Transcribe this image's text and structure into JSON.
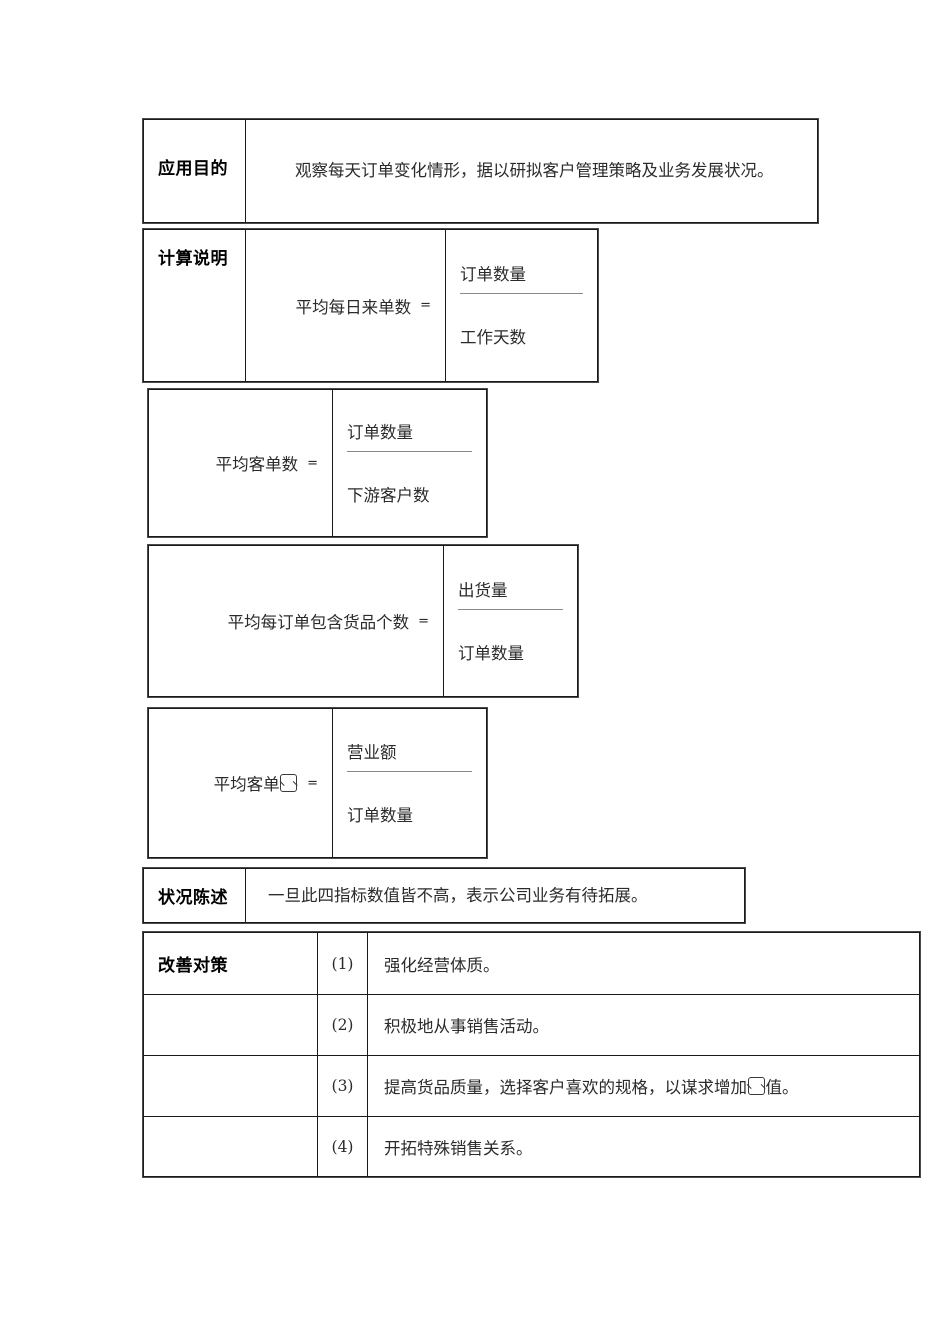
{
  "document": {
    "sections": [
      {
        "id": "purpose",
        "label": "应用目的",
        "text": "观察每天订单变化情形，据以研拟客户管理策略及业务发展状况。"
      },
      {
        "id": "calculation",
        "label": "计算说明"
      },
      {
        "id": "status",
        "label": "状况陈述",
        "text": "一旦此四指标数值皆不高，表示公司业务有待拓展。"
      },
      {
        "id": "improvement",
        "label": "改善对策"
      }
    ],
    "formulas": [
      {
        "name": "平均每日来单数",
        "equals": "=",
        "numerator": "订单数量",
        "denominator": "工作天数"
      },
      {
        "name": "平均客单数",
        "equals": "=",
        "numerator": "订单数量",
        "denominator": "下游客户数"
      },
      {
        "name": "平均每订单包含货品个数",
        "equals": "=",
        "numerator": "出货量",
        "denominator": "订单数量"
      },
      {
        "name_prefix": "平均客单",
        "name_glyph": "missing-glyph-box",
        "equals": "=",
        "numerator": "营业额",
        "denominator": "订单数量"
      }
    ],
    "improvement_items": [
      {
        "number": "(1)",
        "text": "强化经营体质。"
      },
      {
        "number": "(2)",
        "text": "积极地从事销售活动。"
      },
      {
        "number": "(3)",
        "text_before": "提高货品质量，选择客户喜欢的规格，以谋求增加",
        "text_after": "值。"
      },
      {
        "number": "(4)",
        "text": "开拓特殊销售关系。"
      }
    ]
  }
}
